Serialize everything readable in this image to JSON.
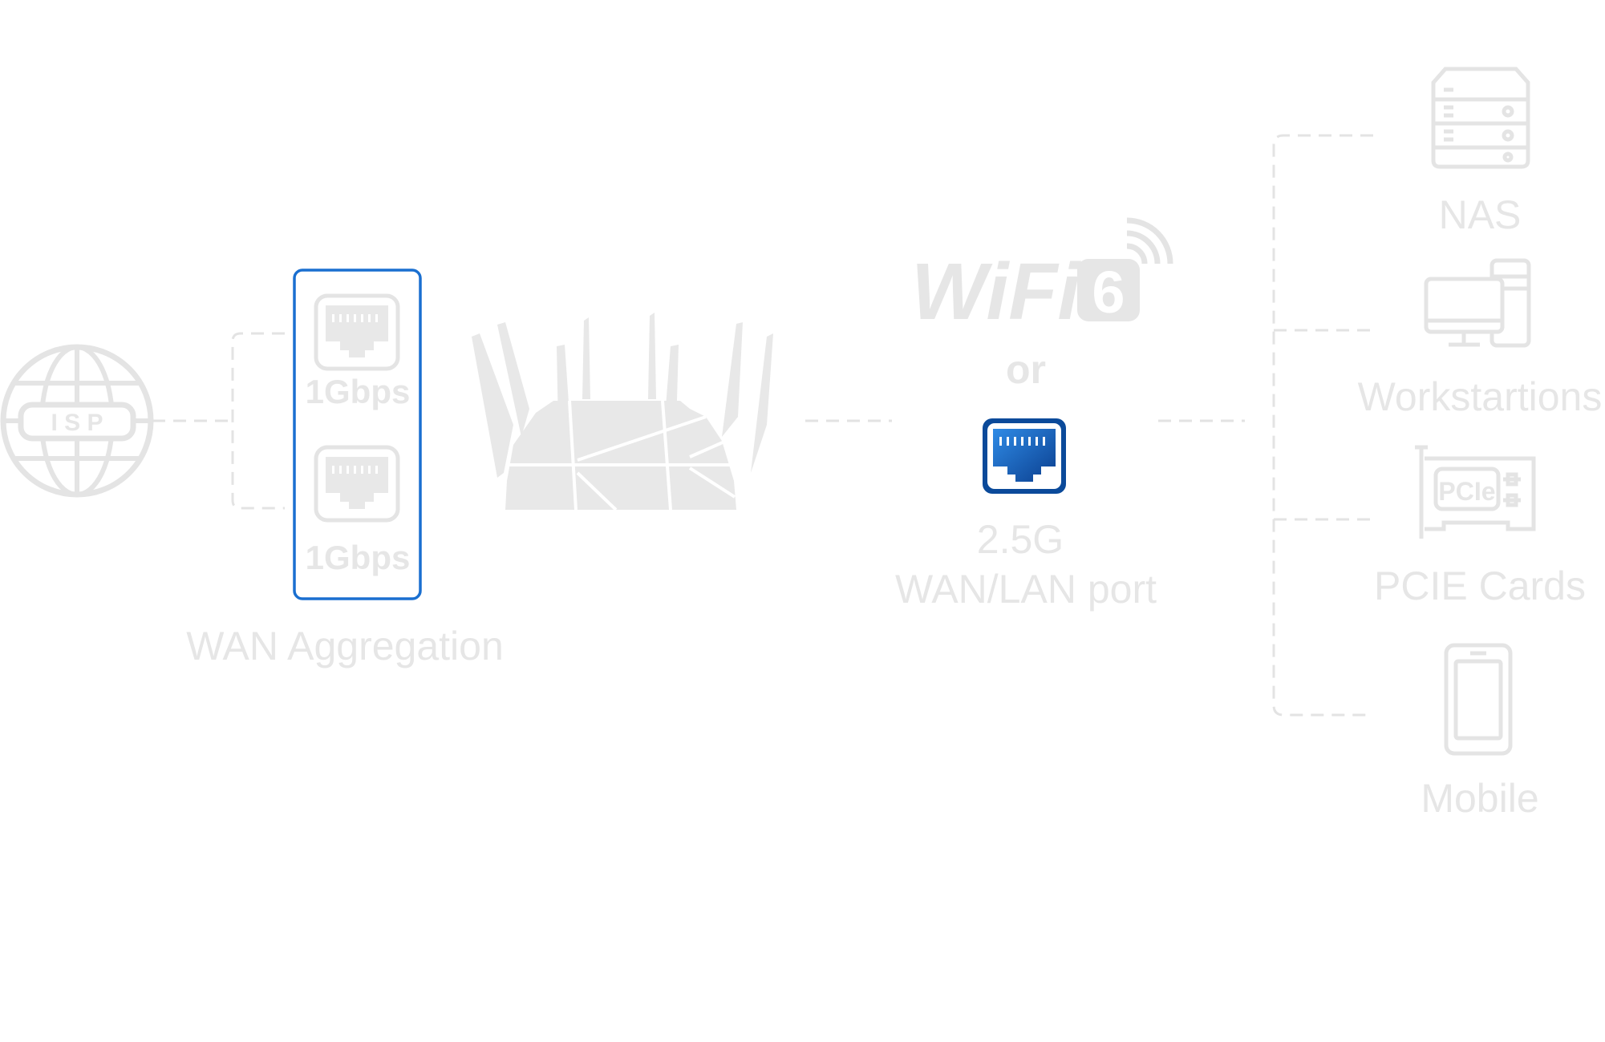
{
  "isp": {
    "label": "I S P"
  },
  "wan_aggregation": {
    "label": "WAN Aggregation",
    "ports": [
      {
        "speed": "1Gbps"
      },
      {
        "speed": "1Gbps"
      }
    ],
    "highlight_color": "#1a6fd0"
  },
  "center": {
    "wifi_label": "WiFi",
    "wifi_generation": "6",
    "or_label": "or",
    "port_label_line1": "2.5G",
    "port_label_line2": "WAN/LAN port",
    "port_color": "#1565c0"
  },
  "devices": [
    {
      "label": "NAS",
      "icon": "nas-icon"
    },
    {
      "label": "Workstartions",
      "icon": "workstation-icon"
    },
    {
      "label": "PCIE Cards",
      "icon": "pcie-card-icon",
      "chip_label": "PCIe"
    },
    {
      "label": "Mobile",
      "icon": "mobile-icon"
    }
  ],
  "colors": {
    "icon_gray": "#e6e6e6",
    "accent_blue": "#1a6fd0"
  }
}
